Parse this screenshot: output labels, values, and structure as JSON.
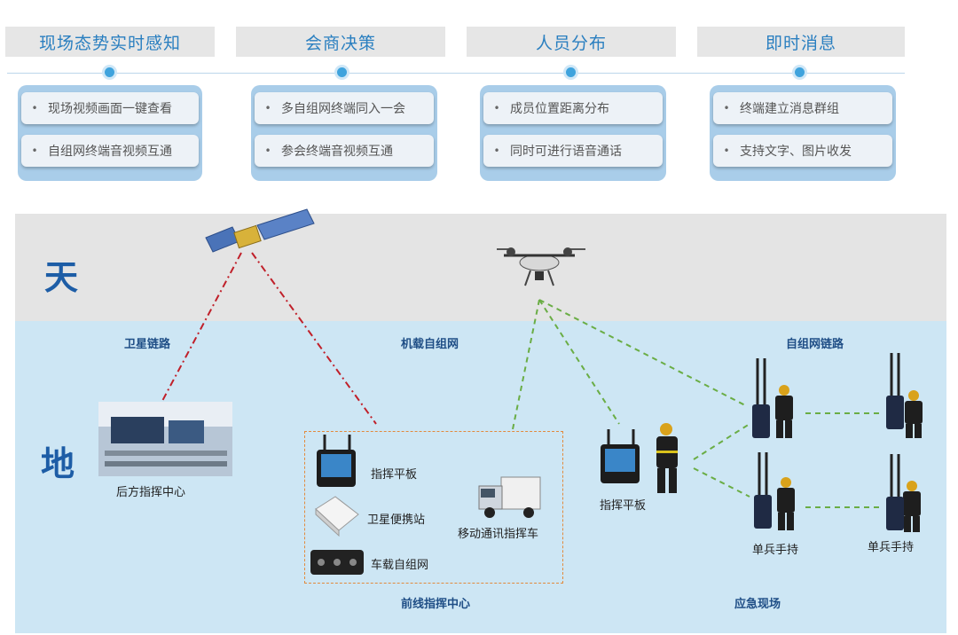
{
  "headers": [
    {
      "title": "现场态势实时感知",
      "items": [
        "现场视频画面一键查看",
        "自组网终端音视频互通"
      ]
    },
    {
      "title": "会商决策",
      "items": [
        "多自组网终端同入一会",
        "参会终端音视频互通"
      ]
    },
    {
      "title": "人员分布",
      "items": [
        "成员位置距离分布",
        "同时可进行语音通话"
      ]
    },
    {
      "title": "即时消息",
      "items": [
        "终端建立消息群组",
        "支持文字、图片收发"
      ]
    }
  ],
  "bullet": "•",
  "zones": {
    "sky": "天",
    "ground": "地"
  },
  "links": {
    "satellite": "卫星链路",
    "airborne": "机载自组网",
    "adhoc": "自组网链路"
  },
  "nodes": {
    "rear_center": "后方指挥中心",
    "tablet": "指挥平板",
    "sat_station": "卫星便携站",
    "vehicle_net": "车载自组网",
    "mobile_vehicle": "移动通讯指挥车",
    "front_center": "前线指挥中心",
    "field_tablet": "指挥平板",
    "handheld_1": "单兵手持",
    "handheld_2": "单兵手持",
    "site": "应急现场"
  },
  "colors": {
    "accent": "#2a7fc0",
    "satellite_link": "#c0202a",
    "adhoc_link": "#6aad45",
    "front_box": "#e28a3c"
  }
}
